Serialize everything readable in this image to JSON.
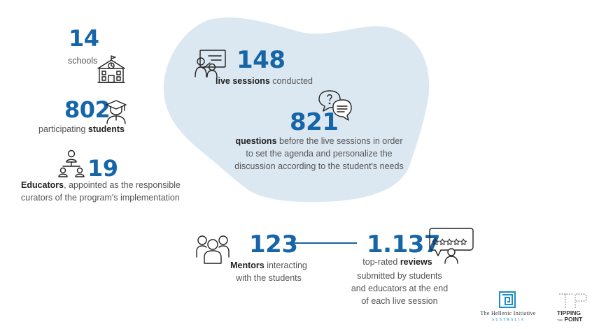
{
  "stats": {
    "schools": {
      "number": "14",
      "label": "schools"
    },
    "students": {
      "number": "802",
      "label_pre": "participating ",
      "label_bold": "students"
    },
    "educators": {
      "number": "19",
      "label_bold": "Educators",
      "label_rest": ", appointed as the responsible",
      "label_line2": "curators of the program's implementation"
    },
    "live_sessions": {
      "number": "148",
      "label_bold": "live sessions",
      "label_rest": " conducted"
    },
    "questions": {
      "number": "821",
      "label_bold": "questions",
      "label_rest": " before the live sessions in order",
      "line2": "to set the agenda and personalize the",
      "line3": "discussion according to the student's needs"
    },
    "mentors": {
      "number": "123",
      "label_bold": "Mentors",
      "label_rest": " interacting",
      "line2": "with the students"
    },
    "reviews": {
      "number": "1.137",
      "label_pre": "top-rated ",
      "label_bold": "reviews",
      "line2": "submitted by students",
      "line3": "and educators at the end",
      "line4": "of each live session"
    }
  },
  "colors": {
    "accent": "#1565a8",
    "blob": "#dce8f1"
  },
  "logos": {
    "hellenic": {
      "line1": "The Hellenic Initiative",
      "line2": "AUSTRALIA"
    },
    "tipping": {
      "line1": "TIPPING",
      "small": "THE",
      "line2": "POINT"
    }
  }
}
